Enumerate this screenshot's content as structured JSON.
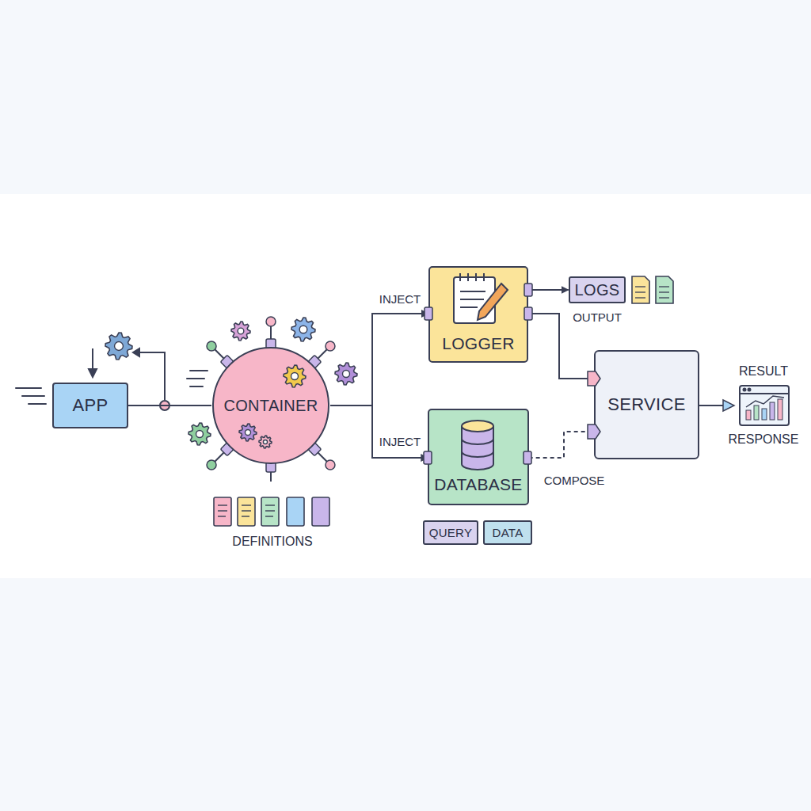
{
  "diagram": {
    "nodes": [
      {
        "text": [
          "APP"
        ]
      },
      {
        "text": [
          "CONTAINER"
        ]
      },
      {
        "text": [
          "LOGGER"
        ]
      },
      {
        "text": [
          "LOGS"
        ]
      },
      {
        "text": [
          "DATABASE"
        ]
      },
      {
        "text": [
          "QUERY"
        ]
      },
      {
        "text": [
          "DATA"
        ]
      },
      {
        "text": [
          "SERVICE"
        ]
      }
    ],
    "edges": [
      {
        "from": 0,
        "to": 1,
        "arrow": "none"
      },
      {
        "from": 1,
        "to": 2,
        "label": "INJECT",
        "arrow": "to"
      },
      {
        "from": 1,
        "to": 4,
        "label": "INJECT",
        "arrow": "to"
      },
      {
        "from": 2,
        "to": 3,
        "label": "OUTPUT",
        "arrow": "to"
      },
      {
        "from": 2,
        "to": 7,
        "arrow": "none"
      },
      {
        "from": 4,
        "to": 7,
        "label": "COMPOSE",
        "arrow": "none"
      }
    ],
    "labels": [
      "DEFINITIONS",
      "RESULT",
      "RESPONSE"
    ]
  }
}
